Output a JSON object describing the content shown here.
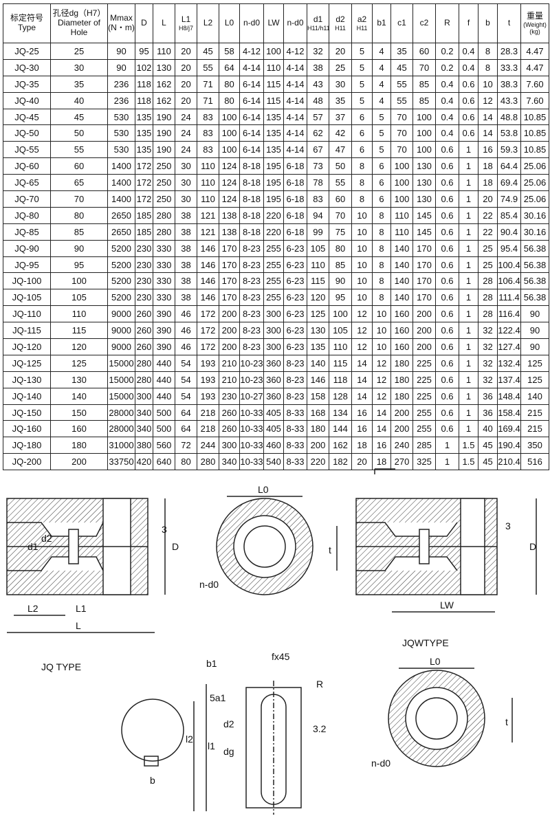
{
  "table": {
    "headers": [
      {
        "main": "标定符号",
        "sub": "Type"
      },
      {
        "main": "孔径dg（H7）",
        "sub": "Diameter of Hole"
      },
      {
        "main": "Mmax",
        "sub": "(N・m)"
      },
      {
        "main": "D",
        "sub": ""
      },
      {
        "main": "L",
        "sub": ""
      },
      {
        "main": "L1",
        "sub": "H8/j7"
      },
      {
        "main": "L2",
        "sub": ""
      },
      {
        "main": "L0",
        "sub": ""
      },
      {
        "main": "n-d0",
        "sub": ""
      },
      {
        "main": "LW",
        "sub": ""
      },
      {
        "main": "n-d0",
        "sub": ""
      },
      {
        "main": "d1",
        "sub": "H11/h11"
      },
      {
        "main": "d2",
        "sub": "H11"
      },
      {
        "main": "a2",
        "sub": "H11"
      },
      {
        "main": "b1",
        "sub": ""
      },
      {
        "main": "c1",
        "sub": ""
      },
      {
        "main": "c2",
        "sub": ""
      },
      {
        "main": "R",
        "sub": ""
      },
      {
        "main": "f",
        "sub": ""
      },
      {
        "main": "b",
        "sub": ""
      },
      {
        "main": "t",
        "sub": ""
      },
      {
        "main": "重量",
        "sub": "(Weight) (kg)"
      }
    ],
    "rows": [
      [
        "JQ-25",
        "25",
        "90",
        "95",
        "110",
        "20",
        "45",
        "58",
        "4-12",
        "100",
        "4-12",
        "32",
        "20",
        "5",
        "4",
        "35",
        "60",
        "0.2",
        "0.4",
        "8",
        "28.3",
        "4.47"
      ],
      [
        "JQ-30",
        "30",
        "90",
        "102",
        "130",
        "20",
        "55",
        "64",
        "4-14",
        "110",
        "4-14",
        "38",
        "25",
        "5",
        "4",
        "45",
        "70",
        "0.2",
        "0.4",
        "8",
        "33.3",
        "4.47"
      ],
      [
        "JQ-35",
        "35",
        "236",
        "118",
        "162",
        "20",
        "71",
        "80",
        "6-14",
        "115",
        "4-14",
        "43",
        "30",
        "5",
        "4",
        "55",
        "85",
        "0.4",
        "0.6",
        "10",
        "38.3",
        "7.60"
      ],
      [
        "JQ-40",
        "40",
        "236",
        "118",
        "162",
        "20",
        "71",
        "80",
        "6-14",
        "115",
        "4-14",
        "48",
        "35",
        "5",
        "4",
        "55",
        "85",
        "0.4",
        "0.6",
        "12",
        "43.3",
        "7.60"
      ],
      [
        "JQ-45",
        "45",
        "530",
        "135",
        "190",
        "24",
        "83",
        "100",
        "6-14",
        "135",
        "4-14",
        "57",
        "37",
        "6",
        "5",
        "70",
        "100",
        "0.4",
        "0.6",
        "14",
        "48.8",
        "10.85"
      ],
      [
        "JQ-50",
        "50",
        "530",
        "135",
        "190",
        "24",
        "83",
        "100",
        "6-14",
        "135",
        "4-14",
        "62",
        "42",
        "6",
        "5",
        "70",
        "100",
        "0.4",
        "0.6",
        "14",
        "53.8",
        "10.85"
      ],
      [
        "JQ-55",
        "55",
        "530",
        "135",
        "190",
        "24",
        "83",
        "100",
        "6-14",
        "135",
        "4-14",
        "67",
        "47",
        "6",
        "5",
        "70",
        "100",
        "0.6",
        "1",
        "16",
        "59.3",
        "10.85"
      ],
      [
        "JQ-60",
        "60",
        "1400",
        "172",
        "250",
        "30",
        "110",
        "124",
        "8-18",
        "195",
        "6-18",
        "73",
        "50",
        "8",
        "6",
        "100",
        "130",
        "0.6",
        "1",
        "18",
        "64.4",
        "25.06"
      ],
      [
        "JQ-65",
        "65",
        "1400",
        "172",
        "250",
        "30",
        "110",
        "124",
        "8-18",
        "195",
        "6-18",
        "78",
        "55",
        "8",
        "6",
        "100",
        "130",
        "0.6",
        "1",
        "18",
        "69.4",
        "25.06"
      ],
      [
        "JQ-70",
        "70",
        "1400",
        "172",
        "250",
        "30",
        "110",
        "124",
        "8-18",
        "195",
        "6-18",
        "83",
        "60",
        "8",
        "6",
        "100",
        "130",
        "0.6",
        "1",
        "20",
        "74.9",
        "25.06"
      ],
      [
        "JQ-80",
        "80",
        "2650",
        "185",
        "280",
        "38",
        "121",
        "138",
        "8-18",
        "220",
        "6-18",
        "94",
        "70",
        "10",
        "8",
        "110",
        "145",
        "0.6",
        "1",
        "22",
        "85.4",
        "30.16"
      ],
      [
        "JQ-85",
        "85",
        "2650",
        "185",
        "280",
        "38",
        "121",
        "138",
        "8-18",
        "220",
        "6-18",
        "99",
        "75",
        "10",
        "8",
        "110",
        "145",
        "0.6",
        "1",
        "22",
        "90.4",
        "30.16"
      ],
      [
        "JQ-90",
        "90",
        "5200",
        "230",
        "330",
        "38",
        "146",
        "170",
        "8-23",
        "255",
        "6-23",
        "105",
        "80",
        "10",
        "8",
        "140",
        "170",
        "0.6",
        "1",
        "25",
        "95.4",
        "56.38"
      ],
      [
        "JQ-95",
        "95",
        "5200",
        "230",
        "330",
        "38",
        "146",
        "170",
        "8-23",
        "255",
        "6-23",
        "110",
        "85",
        "10",
        "8",
        "140",
        "170",
        "0.6",
        "1",
        "25",
        "100.4",
        "56.38"
      ],
      [
        "JQ-100",
        "100",
        "5200",
        "230",
        "330",
        "38",
        "146",
        "170",
        "8-23",
        "255",
        "6-23",
        "115",
        "90",
        "10",
        "8",
        "140",
        "170",
        "0.6",
        "1",
        "28",
        "106.4",
        "56.38"
      ],
      [
        "JQ-105",
        "105",
        "5200",
        "230",
        "330",
        "38",
        "146",
        "170",
        "8-23",
        "255",
        "6-23",
        "120",
        "95",
        "10",
        "8",
        "140",
        "170",
        "0.6",
        "1",
        "28",
        "111.4",
        "56.38"
      ],
      [
        "JQ-110",
        "110",
        "9000",
        "260",
        "390",
        "46",
        "172",
        "200",
        "8-23",
        "300",
        "6-23",
        "125",
        "100",
        "12",
        "10",
        "160",
        "200",
        "0.6",
        "1",
        "28",
        "116.4",
        "90"
      ],
      [
        "JQ-115",
        "115",
        "9000",
        "260",
        "390",
        "46",
        "172",
        "200",
        "8-23",
        "300",
        "6-23",
        "130",
        "105",
        "12",
        "10",
        "160",
        "200",
        "0.6",
        "1",
        "32",
        "122.4",
        "90"
      ],
      [
        "JQ-120",
        "120",
        "9000",
        "260",
        "390",
        "46",
        "172",
        "200",
        "8-23",
        "300",
        "6-23",
        "135",
        "110",
        "12",
        "10",
        "160",
        "200",
        "0.6",
        "1",
        "32",
        "127.4",
        "90"
      ],
      [
        "JQ-125",
        "125",
        "15000",
        "280",
        "440",
        "54",
        "193",
        "210",
        "10-23",
        "360",
        "8-23",
        "140",
        "115",
        "14",
        "12",
        "180",
        "225",
        "0.6",
        "1",
        "32",
        "132.4",
        "125"
      ],
      [
        "JQ-130",
        "130",
        "15000",
        "280",
        "440",
        "54",
        "193",
        "210",
        "10-23",
        "360",
        "8-23",
        "146",
        "118",
        "14",
        "12",
        "180",
        "225",
        "0.6",
        "1",
        "32",
        "137.4",
        "125"
      ],
      [
        "JQ-140",
        "140",
        "15000",
        "300",
        "440",
        "54",
        "193",
        "230",
        "10-27",
        "360",
        "8-23",
        "158",
        "128",
        "14",
        "12",
        "180",
        "225",
        "0.6",
        "1",
        "36",
        "148.4",
        "140"
      ],
      [
        "JQ-150",
        "150",
        "28000",
        "340",
        "500",
        "64",
        "218",
        "260",
        "10-33",
        "405",
        "8-33",
        "168",
        "134",
        "16",
        "14",
        "200",
        "255",
        "0.6",
        "1",
        "36",
        "158.4",
        "215"
      ],
      [
        "JQ-160",
        "160",
        "28000",
        "340",
        "500",
        "64",
        "218",
        "260",
        "10-33",
        "405",
        "8-33",
        "180",
        "144",
        "16",
        "14",
        "200",
        "255",
        "0.6",
        "1",
        "40",
        "169.4",
        "215"
      ],
      [
        "JQ-180",
        "180",
        "31000",
        "380",
        "560",
        "72",
        "244",
        "300",
        "10-33",
        "460",
        "8-33",
        "200",
        "162",
        "18",
        "16",
        "240",
        "285",
        "1",
        "1.5",
        "45",
        "190.4",
        "350"
      ],
      [
        "JQ-200",
        "200",
        "33750",
        "420",
        "640",
        "80",
        "280",
        "340",
        "10-33",
        "540",
        "8-33",
        "220",
        "182",
        "20",
        "18",
        "270",
        "325",
        "1",
        "1.5",
        "45",
        "210.4",
        "516"
      ]
    ]
  },
  "drawings": {
    "jq": {
      "caption": "JQ TYPE",
      "L0": "L0",
      "three": "3",
      "d1": "d1",
      "d2": "d2",
      "D": "D",
      "L2": "L2",
      "L1": "L1",
      "L": "L",
      "nd0": "n-d0",
      "t": "t"
    },
    "jqw": {
      "caption": "JQWTYPE",
      "three": "3",
      "D": "D",
      "LW": "LW"
    },
    "key": {
      "b1": "b1",
      "fx45": "fx45",
      "R": "R",
      "a1": "5a1",
      "l2": "l2",
      "l1": "l1",
      "d2": "d2",
      "dg": "dg",
      "rough": "3.2",
      "b": "b",
      "L0": "L0",
      "nd0": "n-d0",
      "t": "t"
    }
  }
}
